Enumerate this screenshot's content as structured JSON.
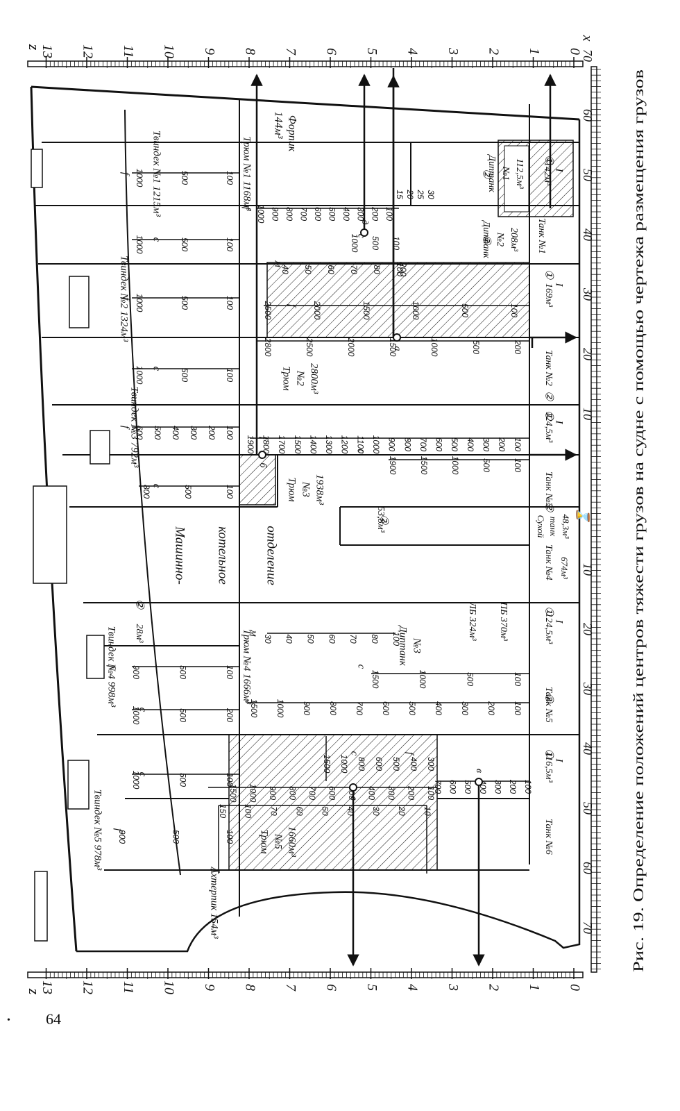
{
  "caption": "Рис. 19. Определение положений центров тяжести грузов на судне с помощью чертежа размещения грузов",
  "page_number": "64",
  "axes": {
    "z_label": "z",
    "x_label": "x",
    "z_ticks": [
      "0",
      "1",
      "2",
      "3",
      "4",
      "5",
      "6",
      "7",
      "8",
      "9",
      "10",
      "11",
      "12",
      "13"
    ],
    "x_ticks_fore": [
      "70",
      "60",
      "50",
      "40",
      "30",
      "20",
      "10"
    ],
    "x_ticks_aft": [
      "10",
      "20",
      "30",
      "40",
      "50",
      "60",
      "70"
    ]
  },
  "compartments": {
    "forepeak": "Форпик",
    "forepeak_vol": "144м³",
    "tweendeck1": "Твиндек №1 1215м³",
    "tweendeck2": "Твиндек №2 1324м³",
    "tweendeck3": "Твиндек №3 792м³",
    "tweendeck4": "Твиндек №4 998м³",
    "tweendeck5": "Твиндек №5 978м³",
    "hold1": "Трюм №1 1168м³",
    "hold2_a": "Трюм",
    "hold2_b": "№2",
    "hold2_c": "2800м³",
    "hold3_a": "Трюм",
    "hold3_b": "№3",
    "hold3_c": "1938м³",
    "hold4": "Трюм №4 1666м³",
    "hold5_a": "Трюм",
    "hold5_b": "№5",
    "hold5_c": "1660м³",
    "engine_a": "Машинно-",
    "engine_b": "котельное",
    "engine_c": "отделение",
    "aftpeak": "Ахтерпик 154м³",
    "deeptank1_a": "Диптанк",
    "deeptank1_b": "№1",
    "deeptank1_c": "112,5м³",
    "deeptank2_a": "Диптанк",
    "deeptank2_b": "№2",
    "deeptank2_c": "208м³",
    "deeptank3_a": "Диптанк",
    "deeptank3_b": "№3",
    "deeptank3_lb": "ЛБ 324м³",
    "deeptank3_pb": "ПБ 370м³",
    "box53": "53,8м³",
    "box28": "28м³",
    "tank1_a": "Танк №1",
    "tank1_b": "142м³",
    "tank_169": "169м³",
    "tank2": "Танк №2",
    "tank3_a": "Танк №3",
    "tank3_b": "124,5м³",
    "dry_a": "Сухой",
    "dry_b": "танк",
    "dry_c": "48,3м³",
    "tank4_a": "Танк №4",
    "tank4_b": "674м³",
    "tank5_a": "Танк №5",
    "tank5_b": "124,5м³",
    "tank6_a": "Танк №6",
    "tank6_b": "116,5м³"
  },
  "marks": {
    "c": "с",
    "f": "f",
    "m": "м",
    "roman1": "I",
    "circ1": "①",
    "circ2": "②",
    "pt_a": "а",
    "pt_b": "б",
    "pt_v": "в",
    "pt_g": "г",
    "pt_d": "д"
  },
  "scales": {
    "s1000_100": [
      "1000",
      "500",
      "100"
    ],
    "s1000_200": [
      "1000",
      "500",
      "200"
    ],
    "s900_100": [
      "900",
      "500",
      "100"
    ],
    "s600_100": [
      "600",
      "500",
      "400",
      "300",
      "200",
      "100"
    ],
    "s800_100": [
      "800",
      "500",
      "100"
    ],
    "s1000_h1f": [
      "1000",
      "900",
      "800",
      "700",
      "600",
      "500",
      "400",
      "300",
      "200",
      "100"
    ],
    "s_c1_dt2": [
      "1000",
      "500",
      "100"
    ],
    "s_dt1": [
      "15",
      "20",
      "25",
      "30"
    ],
    "s_h2_f": [
      "2500",
      "2000",
      "1500",
      "1000",
      "500",
      "100"
    ],
    "s_h2_c": [
      "2800",
      "2500",
      "2000",
      "1500",
      "1000",
      "500",
      "200"
    ],
    "s_h3_f": [
      "1900",
      "1800",
      "1700",
      "1500",
      "1400",
      "1300",
      "1200",
      "1100",
      "1000",
      "900",
      "800",
      "700",
      "600",
      "500",
      "400",
      "300",
      "200",
      "100"
    ],
    "s_h3_c": [
      "1900",
      "1500",
      "1000",
      "500",
      "100"
    ],
    "s_m_dt2": [
      "40",
      "50",
      "60",
      "70",
      "80",
      "100"
    ],
    "s_m_dt2_r": [
      "200"
    ],
    "s_m_dt3": [
      "30",
      "40",
      "50",
      "60",
      "70",
      "80",
      "100"
    ],
    "s_h4_c": [
      "1500",
      "1000",
      "500",
      "100"
    ],
    "s_h4_f": [
      "1500",
      "1000",
      "900",
      "800",
      "700",
      "600",
      "500",
      "400",
      "300",
      "200",
      "100"
    ],
    "s_h5_f": [
      "1500",
      "1000",
      "900",
      "800",
      "700",
      "600",
      "500",
      "400",
      "300",
      "200",
      "100"
    ],
    "s_h5_c": [
      "1500",
      "1000",
      "800",
      "600",
      "500",
      "400",
      "300"
    ],
    "s_t6_c": [
      "700",
      "600",
      "500",
      "400",
      "300",
      "200",
      "100"
    ],
    "s_aft": [
      "150",
      "100",
      "70",
      "60",
      "50",
      "40",
      "30",
      "20",
      "10"
    ]
  }
}
